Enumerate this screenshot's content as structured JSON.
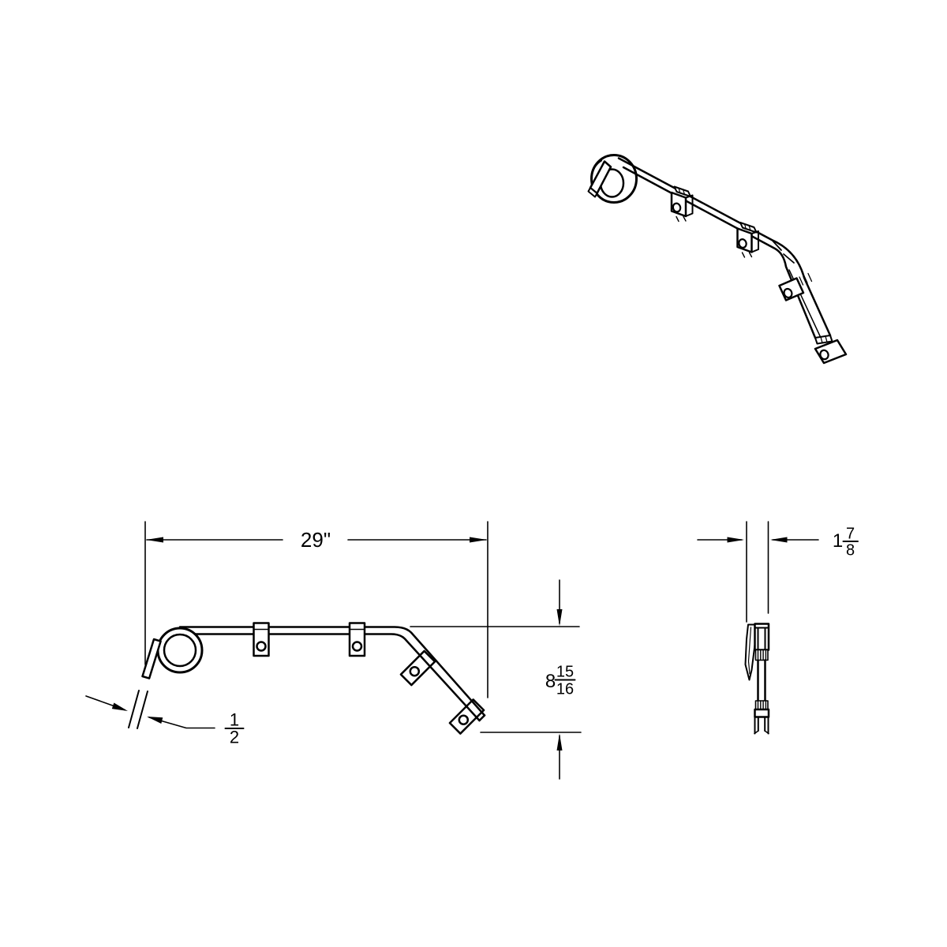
{
  "colors": {
    "ink": "#000000",
    "background": "#ffffff"
  },
  "dimensions": {
    "overall_length": {
      "text": "29\""
    },
    "overall_height": {
      "whole": "8",
      "numerator": "15",
      "denominator": "16"
    },
    "wire_diameter": {
      "numerator": "1",
      "denominator": "2"
    },
    "end_width": {
      "whole": "1",
      "numerator": "7",
      "denominator": "8"
    }
  }
}
